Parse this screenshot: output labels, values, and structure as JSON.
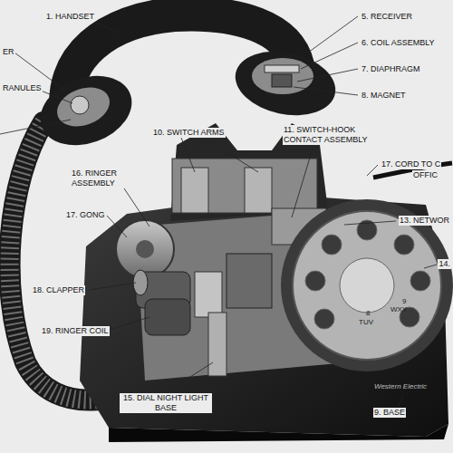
{
  "diagram": {
    "labels": [
      "1. HANDSET",
      "ER",
      "RANULES",
      "5. RECEIVER",
      "6. COIL ASSEMBLY",
      "7. DIAPHRAGM",
      "8. MAGNET",
      "10. SWITCH ARMS",
      "11. SWITCH-HOOK CONTACT ASSEMBLY",
      "17. CORD TO C",
      "OFFIC",
      "16. RINGER ASSEMBLY",
      "17. GONG",
      "13. NETWOR",
      "14.",
      "18. CLAPPER",
      "19. RINGER COIL",
      "15. DIAL NIGHT LIGHT BASE",
      "9. BASE",
      "Western Electric",
      "TUV",
      "WXY",
      "8",
      "9"
    ]
  }
}
